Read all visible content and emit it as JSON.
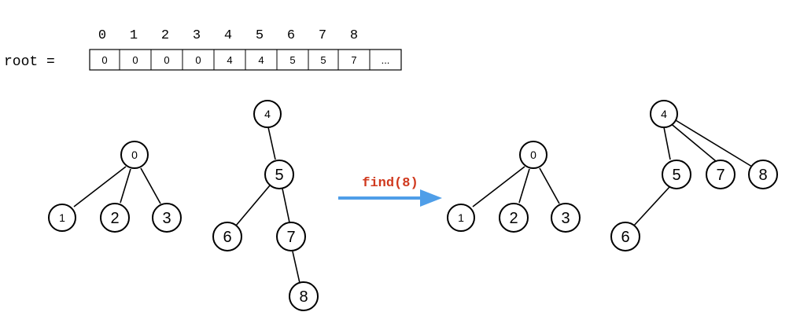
{
  "array": {
    "label": "root =",
    "indices": [
      "0",
      "1",
      "2",
      "3",
      "4",
      "5",
      "6",
      "7",
      "8"
    ],
    "cells": [
      "0",
      "0",
      "0",
      "0",
      "4",
      "4",
      "5",
      "5",
      "7",
      "..."
    ]
  },
  "operation": {
    "label": "find(8)",
    "label_color": "#d0391e",
    "arrow_color": "#4f9ee8"
  },
  "before": {
    "tree_a": {
      "root": "0",
      "children": [
        "1",
        "2",
        "3"
      ]
    },
    "tree_b": {
      "nodes": [
        "4",
        "5",
        "6",
        "7",
        "8"
      ],
      "edges": [
        [
          "4",
          "5"
        ],
        [
          "5",
          "6"
        ],
        [
          "5",
          "7"
        ],
        [
          "7",
          "8"
        ]
      ]
    }
  },
  "after": {
    "tree_a": {
      "root": "0",
      "children": [
        "1",
        "2",
        "3"
      ]
    },
    "tree_b": {
      "nodes": [
        "4",
        "5",
        "7",
        "8",
        "6"
      ],
      "edges": [
        [
          "4",
          "5"
        ],
        [
          "4",
          "7"
        ],
        [
          "4",
          "8"
        ],
        [
          "5",
          "6"
        ]
      ]
    }
  }
}
